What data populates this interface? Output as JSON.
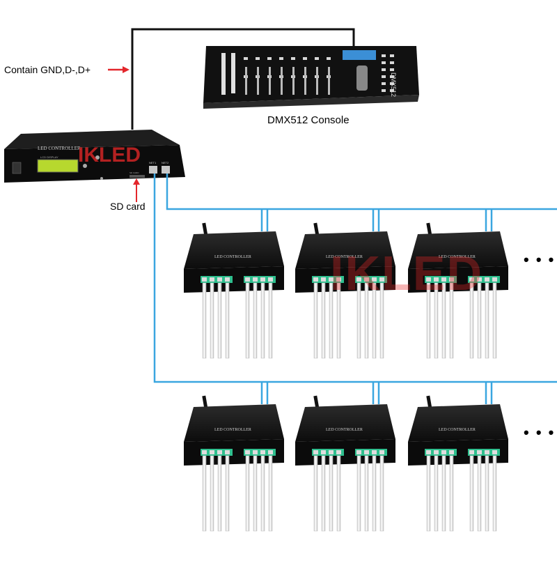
{
  "labels": {
    "wire_note": "Contain GND,D-,D+",
    "console_caption": "DMX512 Console",
    "sd_card": "SD card",
    "continue_row1": "• • •",
    "continue_row2": "• • •"
  },
  "devices": {
    "master_controller": {
      "panel_title": "LED CONTROLLER",
      "lcd_label": "LCD DISPLAY",
      "port_1": "NET1",
      "port_2": "NET2",
      "sd_slot": "SD CARD"
    },
    "console": {
      "brand": "DMX512"
    },
    "slave_controller_label": "LED CONTROLLER"
  },
  "watermark": {
    "small": "IKLED",
    "large": "IKLED"
  },
  "colors": {
    "network_cable": "#3aa6e0",
    "arrow": "#e3262b",
    "device_body": "#141414",
    "terminal": "#2fbf8e",
    "lcd": "#b7d82e"
  }
}
